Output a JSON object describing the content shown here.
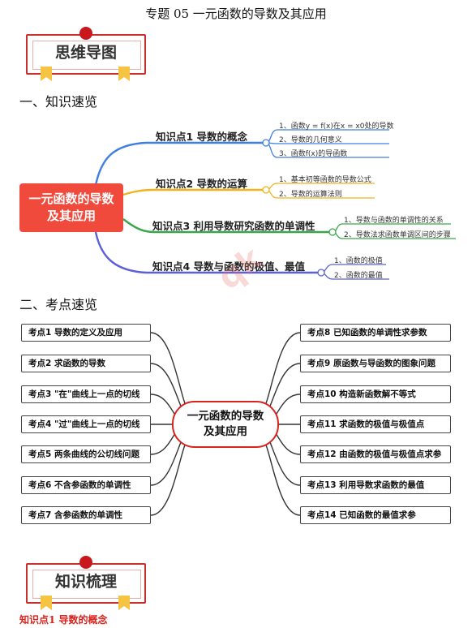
{
  "doc_title": "专题 05    一元函数的导数及其应用",
  "banner_top": "思维导图",
  "section1": "一、知识速览",
  "mindmap1": {
    "central": "一元函数的导数及其应用",
    "branches": [
      {
        "title": "知识点1  导数的概念",
        "color": "#3e7fe0",
        "items": [
          "1、函数y = f(x)在x = x0处的导数",
          "2、导数的几何意义",
          "3、函数f(x)的导函数"
        ]
      },
      {
        "title": "知识点2  导数的运算",
        "color": "#f1b21a",
        "items": [
          "1、基本初等函数的导数公式",
          "2、导数的运算法则"
        ]
      },
      {
        "title": "知识点3  利用导数研究函数的单调性",
        "color": "#3aa64a",
        "items": [
          "1、导数与函数的单调性的关系",
          "2、导数法求函数单调区间的步骤"
        ]
      },
      {
        "title": "知识点4  导数与函数的极值、最值",
        "color": "#5b5fd8",
        "items": [
          "1、函数的极值",
          "2、函数的最值"
        ]
      }
    ]
  },
  "section2": "二、考点速览",
  "mindmap2": {
    "central": "一元函数的导数及其应用",
    "left": [
      "考点1  导数的定义及应用",
      "考点2  求函数的导数",
      "考点3  \"在\"曲线上一点的切线",
      "考点4  \"过\"曲线上一点的切线",
      "考点5  两条曲线的公切线问题",
      "考点6  不含参函数的单调性",
      "考点7  含参函数的单调性"
    ],
    "right": [
      "考点8  已知函数的单调性求参数",
      "考点9  原函数与导函数的图象问题",
      "考点10  构造新函数解不等式",
      "考点11  求函数的极值与极值点",
      "考点12  由函数的极值与极值点求参",
      "考点13  利用导数求函数的最值",
      "考点14  已知函数的最值求参"
    ]
  },
  "watermark": "qk",
  "banner_bottom": "知识梳理",
  "footer_kp": "知识点1    导数的概念"
}
